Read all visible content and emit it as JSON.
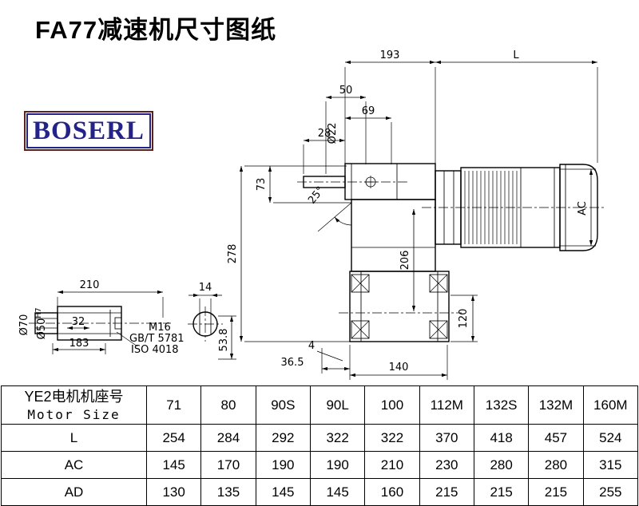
{
  "header": {
    "title": "FA77减速机尺寸图纸",
    "brand": "BOSERL"
  },
  "dims": {
    "d193": "193",
    "dL": "L",
    "d50": "50",
    "d69": "69",
    "d28": "28",
    "d22": "Ø22",
    "d73": "73",
    "deg25": "25°",
    "d278": "278",
    "d206": "206",
    "dAC": "AC",
    "d120": "120",
    "d4": "4",
    "d36_5": "36.5",
    "d140": "140",
    "d210": "210",
    "d14": "14",
    "d70": "Ø70",
    "d50b": "Ø50",
    "d50tol": "H7",
    "d32": "32",
    "d183": "183",
    "d53_8": "53.8"
  },
  "notes": {
    "thread": "M16",
    "std_gb": "GB/T 5781",
    "std_iso": "ISO 4018"
  },
  "table": {
    "header_line1": "YE2电机机座号",
    "header_line2": "Motor Size",
    "columns": [
      "71",
      "80",
      "90S",
      "90L",
      "100",
      "112M",
      "132S",
      "132M",
      "160M"
    ],
    "rows": [
      {
        "label": "L",
        "values": [
          "254",
          "284",
          "292",
          "322",
          "322",
          "370",
          "418",
          "457",
          "524"
        ]
      },
      {
        "label": "AC",
        "values": [
          "145",
          "170",
          "190",
          "190",
          "210",
          "230",
          "280",
          "280",
          "315"
        ]
      },
      {
        "label": "AD",
        "values": [
          "130",
          "135",
          "145",
          "145",
          "160",
          "215",
          "215",
          "215",
          "255"
        ]
      }
    ]
  }
}
